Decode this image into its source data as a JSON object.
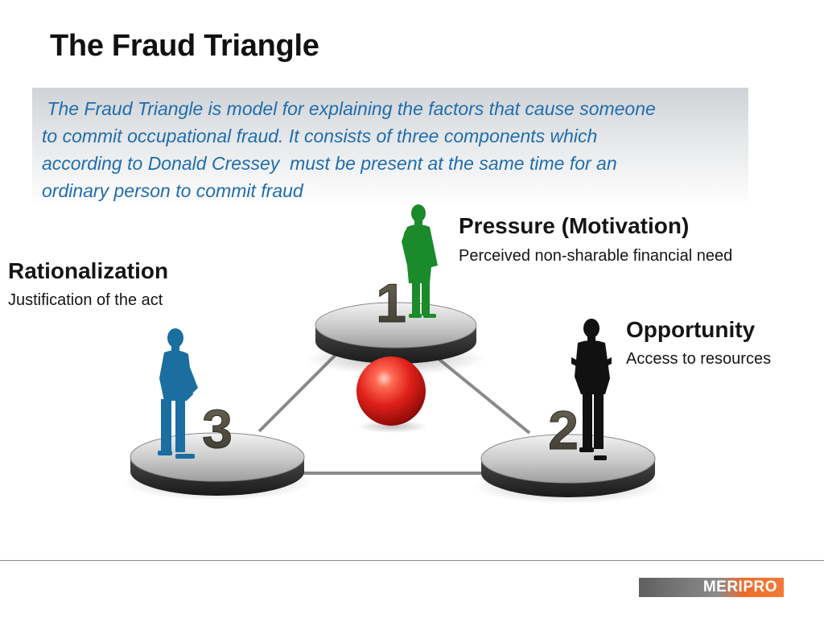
{
  "slide": {
    "title": "The Fraud Triangle",
    "intro_lines": [
      " The Fraud Triangle is model for explaining the factors that cause someone",
      "to commit occupational fraud. It consists of three components which",
      "according to Donald Cressey  must be present at the same time for an",
      "ordinary person to commit fraud"
    ]
  },
  "diagram": {
    "nodes": [
      {
        "number": "1",
        "title": "Pressure (Motivation)",
        "description": "Perceived non-sharable financial need",
        "figure_color": "#1a8a2a"
      },
      {
        "number": "2",
        "title": "Opportunity",
        "description": "Access to resources",
        "figure_color": "#111111"
      },
      {
        "number": "3",
        "title": "Rationalization",
        "description": "Justification of the act",
        "figure_color": "#1a6ea0"
      }
    ],
    "center_icon": "red-sphere",
    "colors": {
      "connector": "#7a7a7a",
      "sphere": "#e0201a",
      "number": "#5a5748"
    }
  },
  "footer": {
    "logo_text": "MERIPRO"
  }
}
